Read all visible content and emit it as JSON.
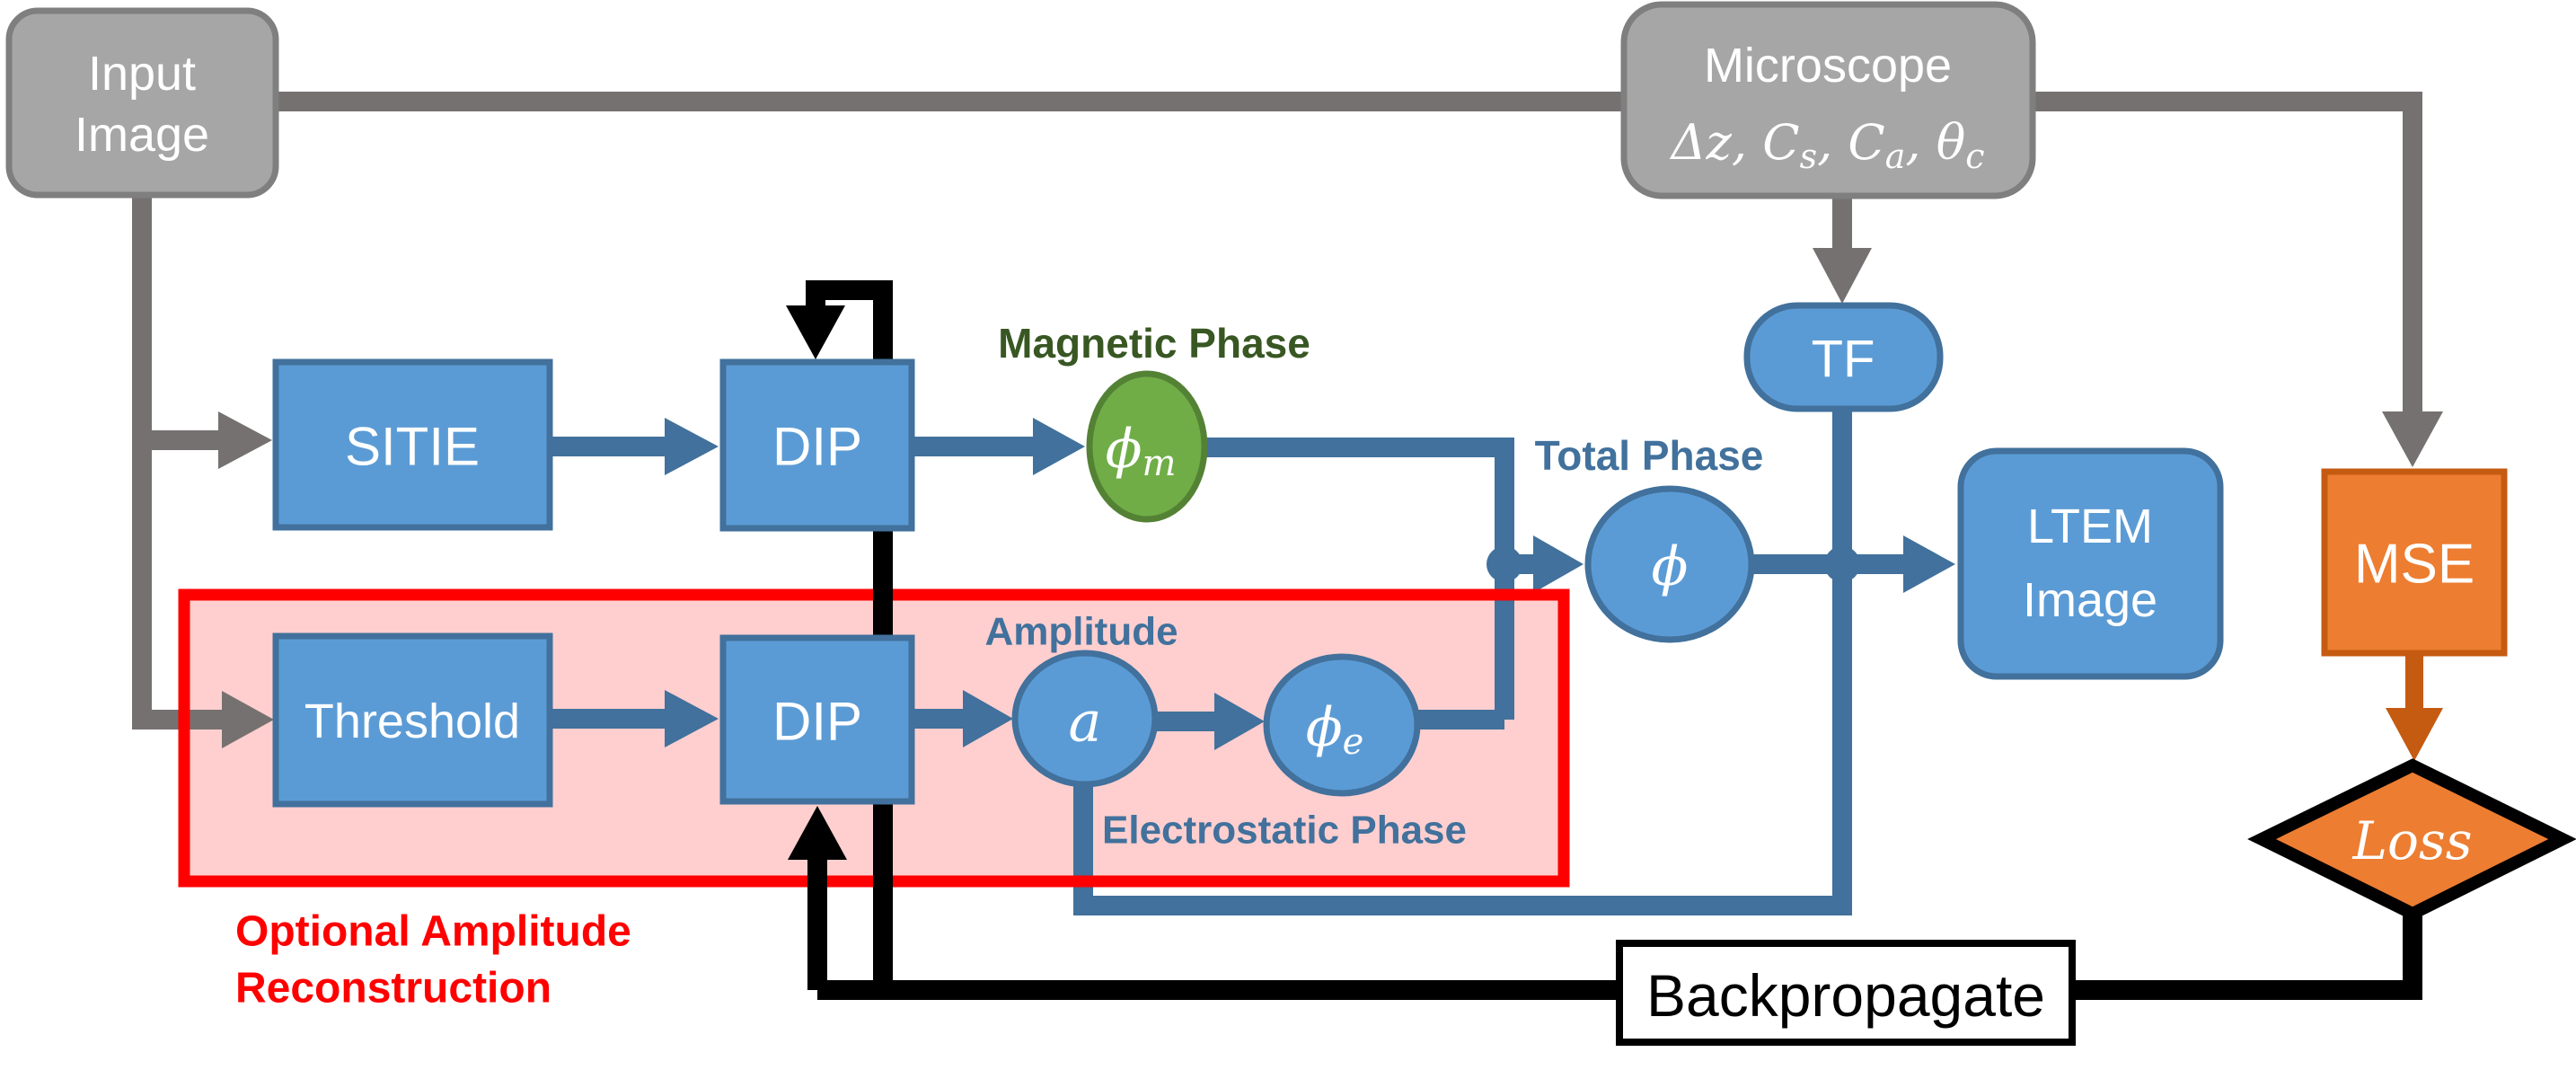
{
  "figure": "LTEM phase reconstruction pipeline diagram",
  "colors": {
    "gray_fill": "#a6a6a6",
    "gray_border": "#7f7f7f",
    "gray_line": "#767171",
    "blue_fill": "#5b9bd5",
    "blue_border": "#41719c",
    "blue_line": "#41719c",
    "green_fill": "#70ad47",
    "green_border": "#548235",
    "green_text": "#385723",
    "orange_fill": "#ed7d31",
    "orange_border": "#c55a11",
    "red": "#ff0000",
    "pink_fill": "rgba(255,0,0,0.19)",
    "black": "#000000",
    "white": "#ffffff"
  },
  "nodes": {
    "input_image": {
      "line1": "Input",
      "line2": "Image"
    },
    "microscope": {
      "title": "Microscope",
      "formula_parts": {
        "p1": "Δz, C",
        "s1": "s",
        "p2": ", C",
        "s2": "a",
        "p3": ", θ",
        "s3": "c"
      }
    },
    "sitie": "SITIE",
    "dip_top": "DIP",
    "threshold": "Threshold",
    "dip_bottom": "DIP",
    "tf": "TF",
    "ltem": {
      "line1": "LTEM",
      "line2": "Image"
    },
    "mse": "MSE",
    "loss": "Loss",
    "backpropagate": "Backpropagate",
    "phi_m": {
      "base": "ϕ",
      "sub": "m"
    },
    "phi_total": {
      "base": "ϕ"
    },
    "a_amp": {
      "base": "a"
    },
    "phi_e": {
      "base": "ϕ",
      "sub": "e"
    }
  },
  "labels": {
    "magnetic_phase": "Magnetic Phase",
    "total_phase": "Total Phase",
    "amplitude": "Amplitude",
    "electrostatic_phase": "Electrostatic Phase",
    "optional_caption_line1": "Optional Amplitude",
    "optional_caption_line2": "Reconstruction"
  }
}
